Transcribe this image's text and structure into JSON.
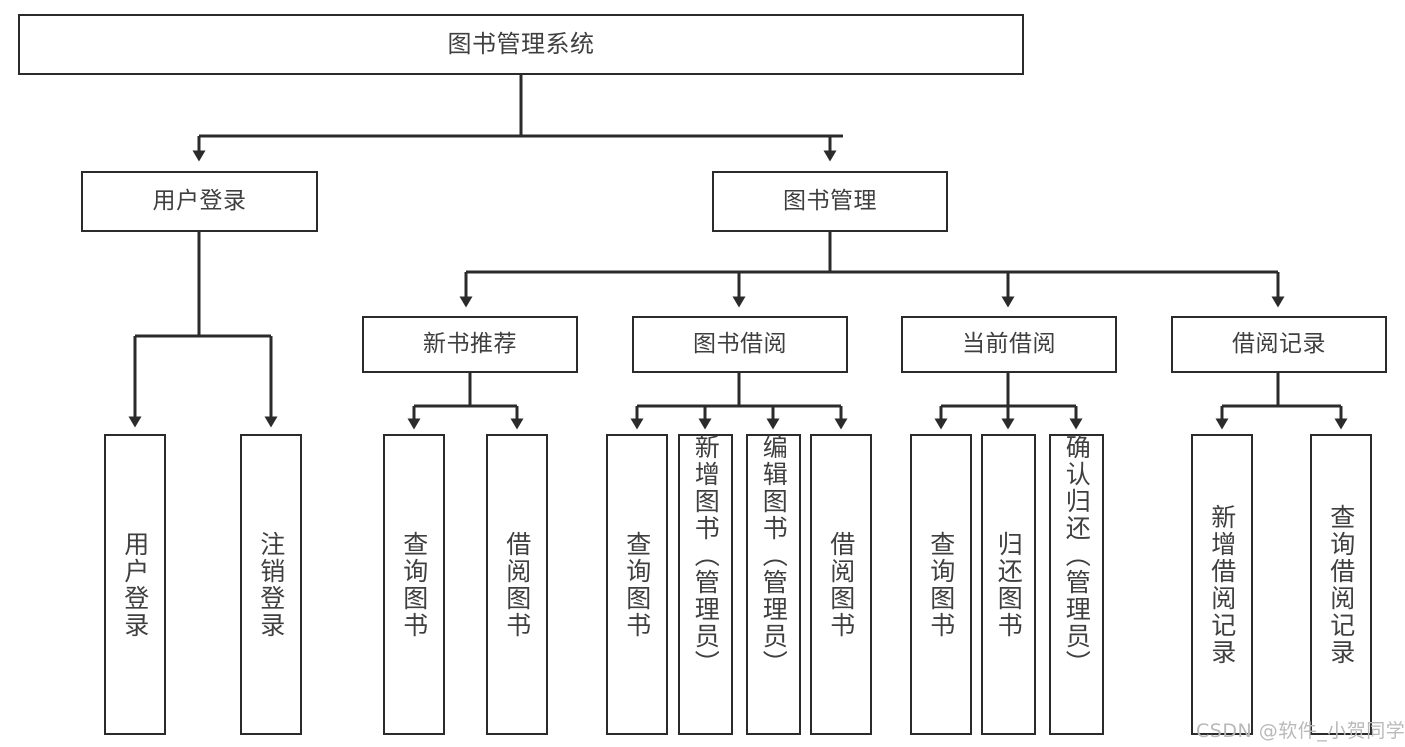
{
  "diagram": {
    "title": "图书管理系统",
    "type": "tree",
    "background_color": "#ffffff",
    "box_border_color": "#2b2b2b",
    "text_color": "#3f3f3f",
    "link_color": "#2b2b2b"
  },
  "nodes": {
    "root": {
      "label": "图书管理系统",
      "level": 1
    },
    "login": {
      "label": "用户登录",
      "level": 2
    },
    "book_mgmt": {
      "label": "图书管理",
      "level": 2
    },
    "new_book_rec": {
      "label": "新书推荐",
      "level": 3
    },
    "book_borrow": {
      "label": "图书借阅",
      "level": 3
    },
    "current_borrow": {
      "label": "当前借阅",
      "level": 3
    },
    "borrow_record": {
      "label": "借阅记录",
      "level": 3
    },
    "leaf_user_login": {
      "label": "用户登录",
      "level": 3
    },
    "leaf_user_logout": {
      "label": "注销登录",
      "level": 3
    },
    "leaf_query_book_1": {
      "label": "查询图书",
      "level": 4
    },
    "leaf_borrow_book_1": {
      "label": "借阅图书",
      "level": 4
    },
    "leaf_query_book_2": {
      "label": "查询图书",
      "level": 4
    },
    "leaf_add_book": {
      "label": "新增图书（管理员）",
      "level": 4
    },
    "leaf_edit_book": {
      "label": "编辑图书（管理员）",
      "level": 4
    },
    "leaf_borrow_book_2": {
      "label": "借阅图书",
      "level": 4
    },
    "leaf_query_book_3": {
      "label": "查询图书",
      "level": 4
    },
    "leaf_return_book": {
      "label": "归还图书",
      "level": 4
    },
    "leaf_confirm_return": {
      "label": "确认归还（管理员）",
      "level": 4
    },
    "leaf_add_record": {
      "label": "新增借阅记录",
      "level": 4
    },
    "leaf_query_record": {
      "label": "查询借阅记录",
      "level": 4
    }
  },
  "watermark": {
    "text": "CSDN @软件_小贺同学"
  }
}
